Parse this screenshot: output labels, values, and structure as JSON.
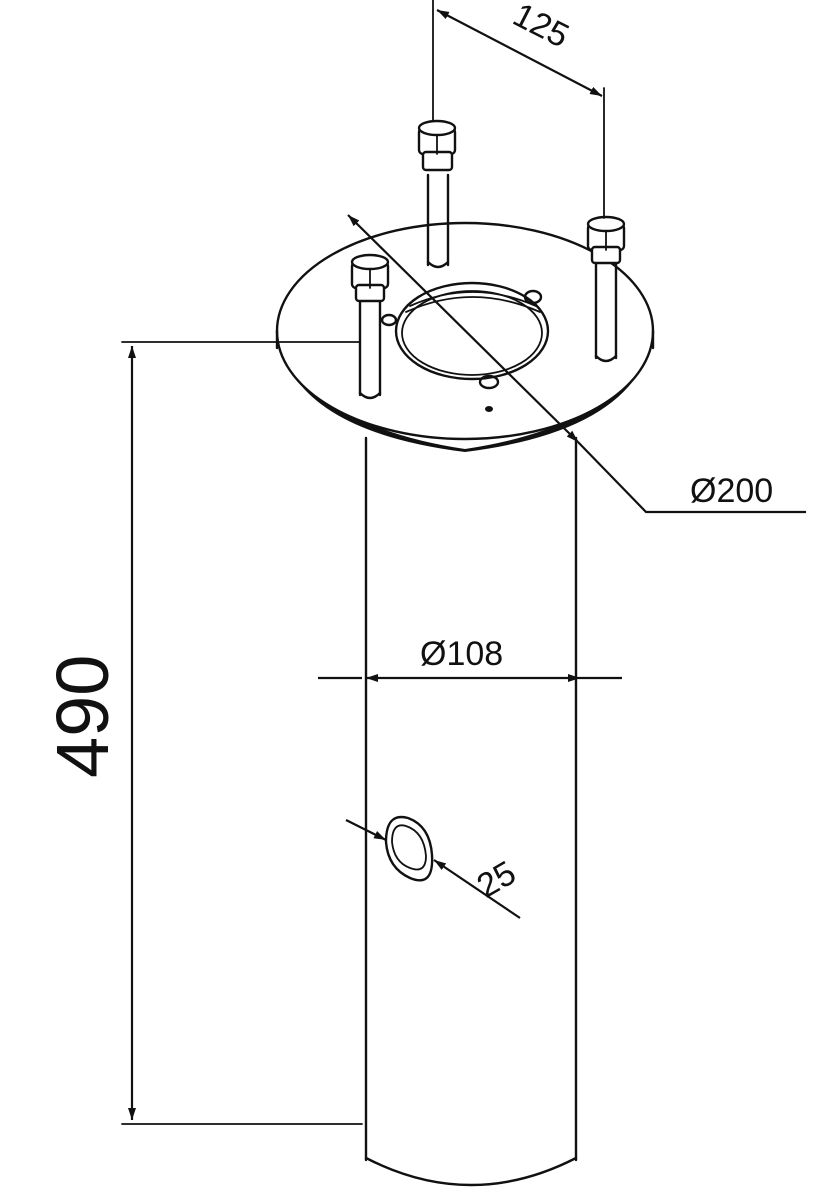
{
  "dimensions": {
    "bolt_spacing": "125",
    "flange_diameter": "Ø200",
    "tube_diameter": "Ø108",
    "slot_size": "25",
    "height": "490"
  },
  "colors": {
    "line": "#111111",
    "background": "#ffffff"
  }
}
